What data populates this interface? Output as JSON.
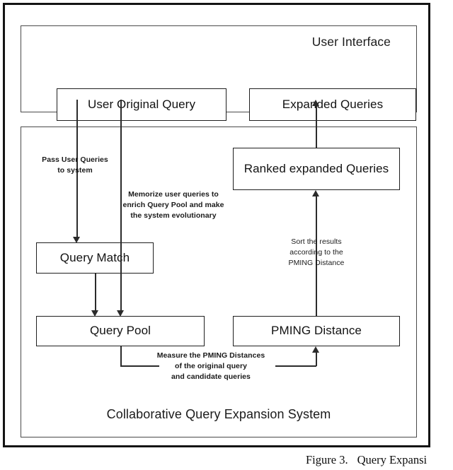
{
  "figure": {
    "caption_label": "Figure 3.",
    "caption_text": "Query Expansi"
  },
  "diagram": {
    "panels": [
      {
        "name": "user-interface",
        "label": "User Interface"
      },
      {
        "name": "collaborative-query-expansion-system",
        "label": "Collaborative Query Expansion System"
      }
    ],
    "nodes": [
      {
        "name": "user-original-query",
        "label": "User Original Query"
      },
      {
        "name": "expanded-queries",
        "label": "Expanded Queries"
      },
      {
        "name": "ranked-expanded-queries",
        "label": "Ranked expanded Queries"
      },
      {
        "name": "query-match",
        "label": "Query Match"
      },
      {
        "name": "query-pool",
        "label": "Query Pool"
      },
      {
        "name": "pming-distance",
        "label": "PMING Distance"
      }
    ],
    "annotations": [
      {
        "name": "pass-user-queries",
        "text": "Pass User Queries\nto system"
      },
      {
        "name": "memorize-user-queries",
        "text": "Memorize user queries to\nenrich Query Pool and make\nthe system evolutionary"
      },
      {
        "name": "sort-the-results",
        "text": "Sort the results\naccording to the\nPMING Distance"
      },
      {
        "name": "measure-pming-distances",
        "text": "Measure the PMING Distances\nof the original query\nand candidate queries"
      }
    ]
  },
  "colors": {
    "frame": "#141414",
    "panel_border": "#4a4a4a",
    "node_border": "#1f1f1f",
    "connector": "#2b2b2b",
    "text": "#121212",
    "background": "#ffffff"
  }
}
